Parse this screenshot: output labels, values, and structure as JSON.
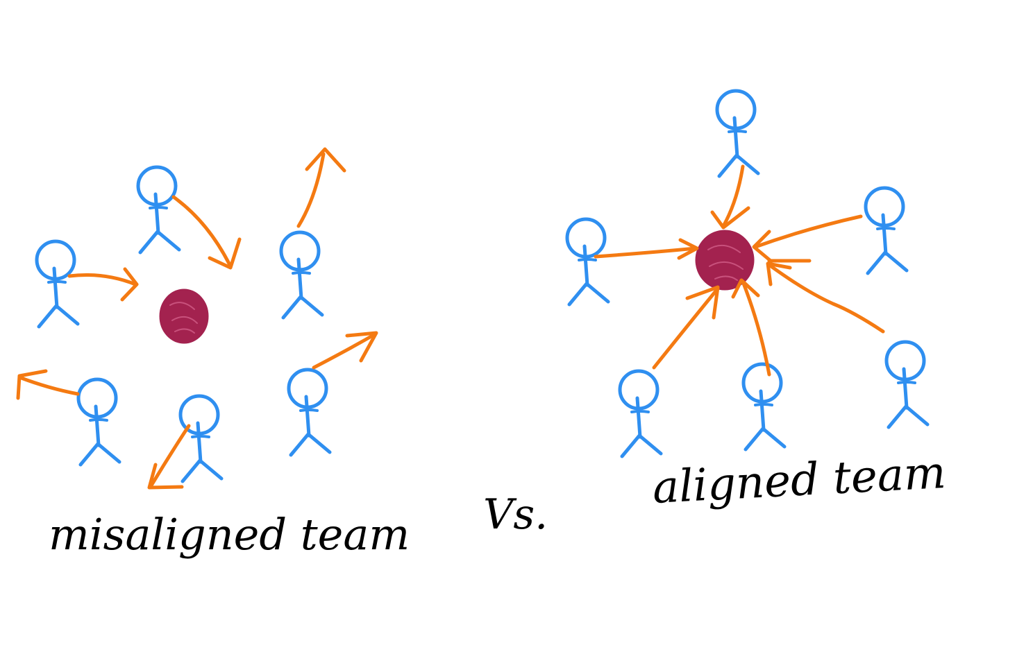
{
  "labels": {
    "left": "misaligned team",
    "middle": "Vs.",
    "right": "aligned team"
  },
  "colors": {
    "person": "#2f8ff0",
    "arrow": "#f47a12",
    "goal": "#a3224f",
    "text": "#000000"
  },
  "icons": {
    "person": "stick-figure-icon",
    "goal": "goal-dot-icon",
    "direction": "arrow-icon"
  }
}
